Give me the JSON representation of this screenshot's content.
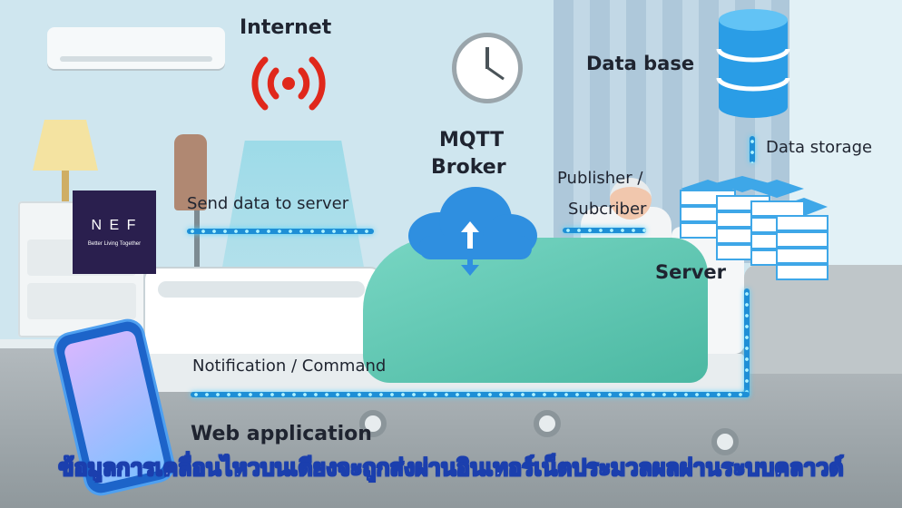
{
  "scene": {
    "internet_label": "Internet",
    "mqtt_label_line1": "MQTT",
    "mqtt_label_line2": "Broker",
    "database_label": "Data base",
    "data_storage_label": "Data storage",
    "publisher_label_line1": "Publisher /",
    "publisher_label_line2": "Subcriber",
    "server_label": "Server",
    "send_data_label": "Send data to server",
    "notification_label": "Notification / Command",
    "web_app_label": "Web application"
  },
  "logo": {
    "brand": "N E F",
    "tagline": "Better Living Together"
  },
  "caption": "ข้อมูลการเคลื่อนไหวบนเตียงจะถูกส่งผ่านอินเทอร์เน็ตประมวลผลผ่านระบบคลาวด์",
  "colors": {
    "wall": "#cfe6ef",
    "floor": "#9aa3a8",
    "flow_line": "#1e8fd6",
    "glow": "#aef3ff",
    "internet_icon": "#e0281b",
    "cloud": "#2f8fe0",
    "blanket": "#5fc9b3",
    "caption_stroke": "#1b3fae",
    "logo_bg": "#2a1f4e"
  }
}
